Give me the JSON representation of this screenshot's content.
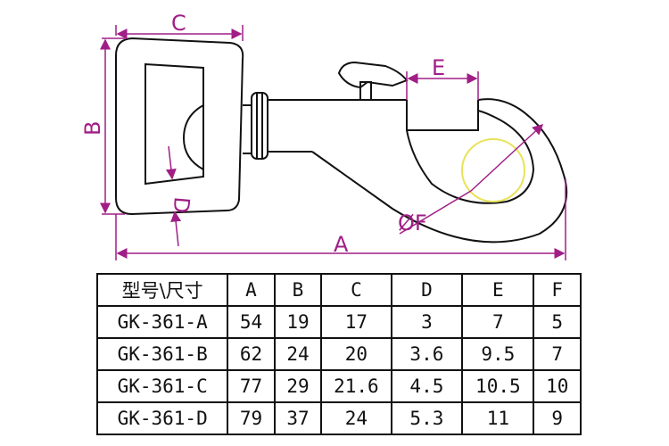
{
  "diagram": {
    "dimension_labels": {
      "a": "A",
      "b": "B",
      "c": "C",
      "d": "D",
      "e": "E",
      "f": "ØF"
    },
    "colors": {
      "outline": "#111111",
      "dimension": "#a01e86",
      "highlight_circle": "#e8e35a"
    }
  },
  "table": {
    "headers": [
      "型号\\尺寸",
      "A",
      "B",
      "C",
      "D",
      "E",
      "F"
    ],
    "rows": [
      [
        "GK-361-A",
        "54",
        "19",
        "17",
        "3",
        "7",
        "5"
      ],
      [
        "GK-361-B",
        "62",
        "24",
        "20",
        "3.6",
        "9.5",
        "7"
      ],
      [
        "GK-361-C",
        "77",
        "29",
        "21.6",
        "4.5",
        "10.5",
        "10"
      ],
      [
        "GK-361-D",
        "79",
        "37",
        "24",
        "5.3",
        "11",
        "9"
      ]
    ]
  }
}
